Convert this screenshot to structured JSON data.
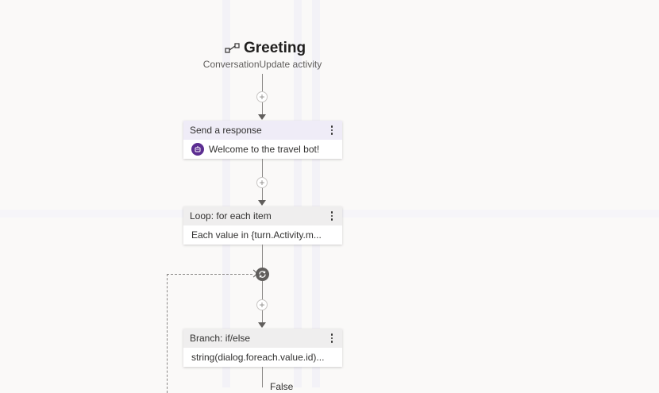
{
  "trigger": {
    "title": "Greeting",
    "subtitle": "ConversationUpdate activity",
    "icon": "trigger-icon"
  },
  "nodes": [
    {
      "header": "Send a response",
      "body": "Welcome to the travel bot!",
      "body_icon": "bot-icon",
      "header_color": "#efecf7"
    },
    {
      "header": "Loop: for each item",
      "body": "Each value in {turn.Activity.m...",
      "header_color": "#efeeee"
    },
    {
      "header": "Branch: if/else",
      "body": "string(dialog.foreach.value.id)...",
      "header_color": "#efeeee"
    }
  ],
  "add_button_label": "+",
  "branch_false_label": "False",
  "colors": {
    "accent": "#5c2e91",
    "connector": "#8a8886",
    "canvas": "#faf9f8"
  }
}
